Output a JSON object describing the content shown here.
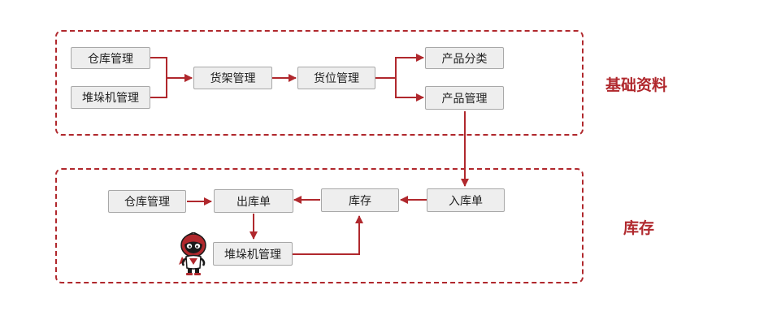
{
  "sections": {
    "basic": {
      "label": "基础资料"
    },
    "inventory": {
      "label": "库存"
    }
  },
  "nodes": {
    "warehouse_mgmt_top": "仓库管理",
    "stacker_mgmt_top": "堆垛机管理",
    "shelf_mgmt": "货架管理",
    "location_mgmt": "货位管理",
    "product_category": "产品分类",
    "product_mgmt": "产品管理",
    "inbound_order": "入库单",
    "inventory": "库存",
    "outbound_order": "出库单",
    "warehouse_mgmt_bottom": "仓库管理",
    "stacker_mgmt_bottom": "堆垛机管理"
  },
  "colors": {
    "accent": "#b0282d",
    "node_fill": "#eeeeee",
    "node_border": "#a8a8a8"
  },
  "icons": {
    "mascot": "robot-mascot-icon"
  }
}
